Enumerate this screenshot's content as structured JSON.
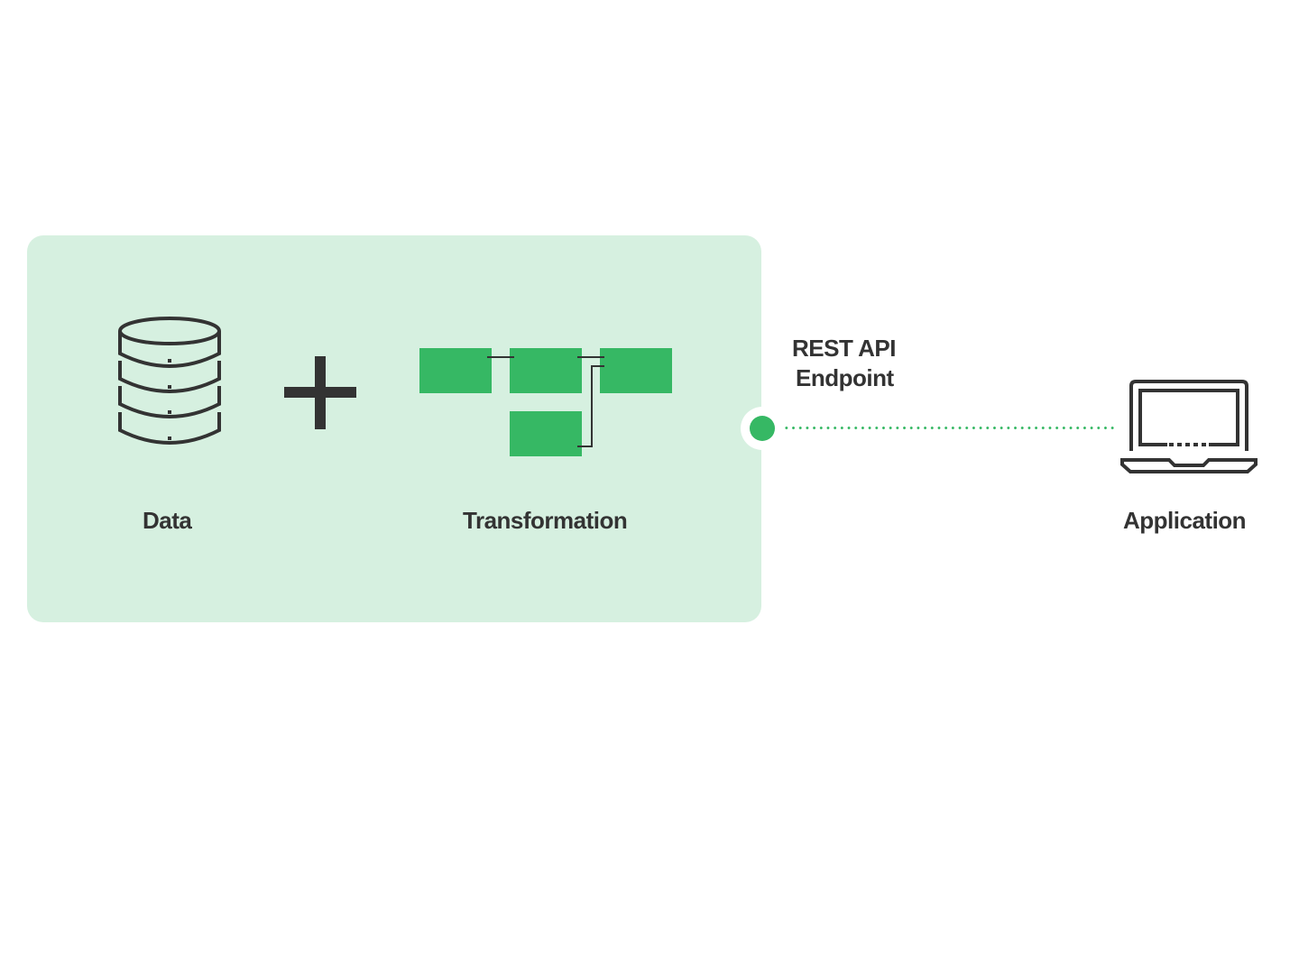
{
  "diagram": {
    "data_label": "Data",
    "plus_symbol": "+",
    "transformation_label": "Transformation",
    "endpoint_label_line1": "REST API",
    "endpoint_label_line2": "Endpoint",
    "application_label": "Application",
    "icons": {
      "data": "database-icon",
      "operator": "plus-icon",
      "transformation": "pipeline-blocks-icon",
      "endpoint": "endpoint-dot-icon",
      "application": "laptop-icon"
    },
    "colors": {
      "panel_background": "#d6f0e0",
      "accent_green": "#36b864",
      "text_dark": "#333333",
      "background": "#ffffff"
    }
  }
}
